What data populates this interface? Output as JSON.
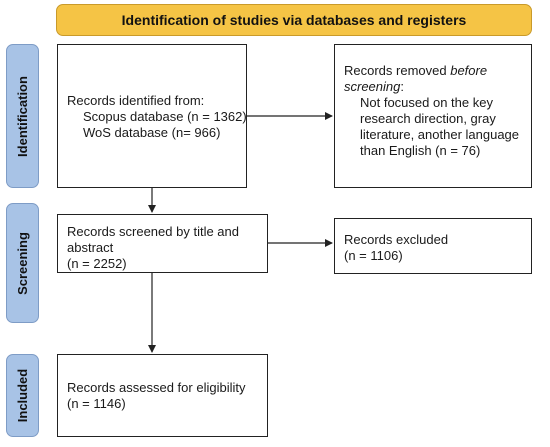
{
  "header": {
    "title": "Identification of studies via databases and registers"
  },
  "phases": {
    "identification": "Identification",
    "screening": "Screening",
    "included": "Included"
  },
  "boxes": {
    "identified": {
      "title": "Records identified from:",
      "lines": [
        "Scopus database (n = 1362)",
        "WoS database (n= 966)"
      ]
    },
    "removed": {
      "title_prefix": "Records removed ",
      "title_italic_1": "before",
      "title_italic_2": "screening",
      "title_suffix": ":",
      "lines": [
        "Not focused on the key",
        "research direction, gray",
        "literature, another language",
        "than English (n = 76)"
      ]
    },
    "screened": {
      "lines": [
        "Records screened by title and",
        "abstract",
        "(n = 2252)"
      ]
    },
    "excluded": {
      "lines": [
        "Records excluded",
        "(n = 1106)"
      ]
    },
    "assessed": {
      "lines": [
        "Records assessed for eligibility",
        "(n = 1146)"
      ]
    }
  }
}
